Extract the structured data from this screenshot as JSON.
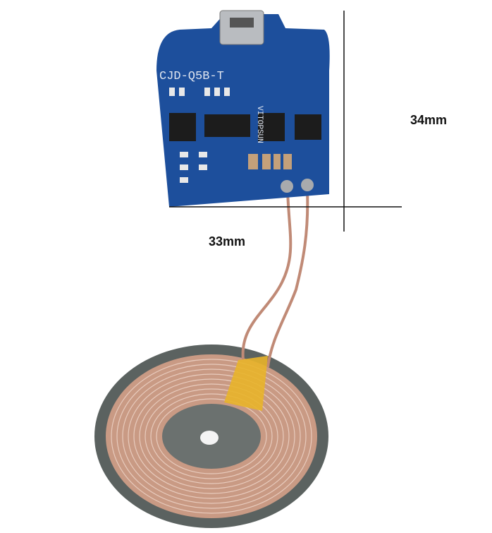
{
  "dimensions": {
    "height_label": "34mm",
    "width_label": "33mm"
  },
  "pcb": {
    "model_marking": "CJD-Q5B-T",
    "brand_marking": "VITOPSUN"
  },
  "colors": {
    "pcb": "#1d4f9c",
    "coil_ring": "#5f6563",
    "copper": "#c99a84",
    "tape": "#e8b42a"
  }
}
